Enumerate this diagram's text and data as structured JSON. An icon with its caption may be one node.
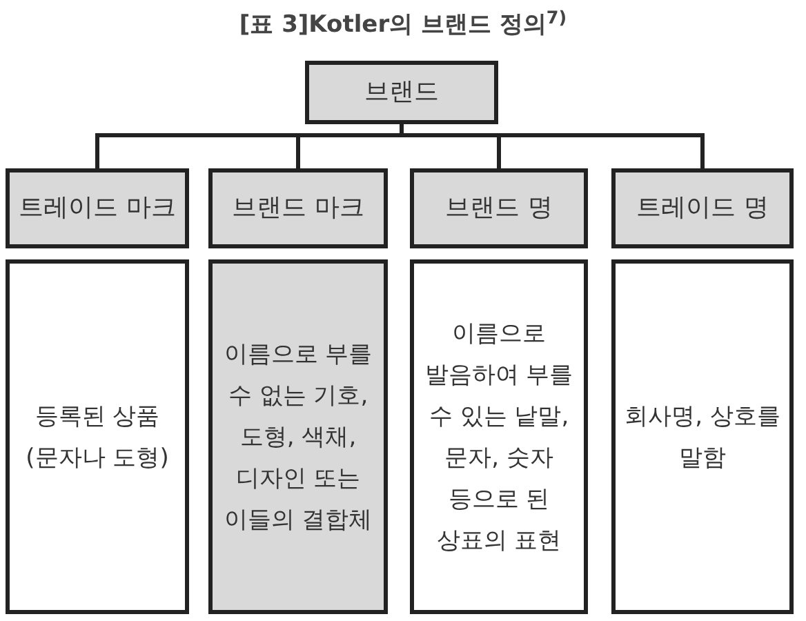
{
  "diagram": {
    "title": "[표 3]Kotler의 브랜드 정의$^{7)}$",
    "nodes": [
      {
        "text": [
          "브랜드"
        ]
      },
      {
        "text": [
          "트레이드 마크"
        ]
      },
      {
        "text": [
          "브랜드 마크"
        ]
      },
      {
        "text": [
          "브랜드 명"
        ]
      },
      {
        "text": [
          "트레이드 명"
        ]
      },
      {
        "text": [
          "등록된 상품 (문자나 도형)"
        ]
      },
      {
        "text": [
          "이름으로 부를 수 없는 기호, 도형, 색채, 디자인 또는 이들의 결합체"
        ]
      },
      {
        "text": [
          "이름으로 발음하여 부를 수 있는 낱말, 문자, 숫자 등으로 된 상표의 표현"
        ]
      },
      {
        "text": [
          "회사명, 상호를 말함"
        ]
      }
    ],
    "edges": [
      {
        "from": 0,
        "to": 1,
        "arrow": "none"
      },
      {
        "from": 0,
        "to": 2,
        "arrow": "none"
      },
      {
        "from": 0,
        "to": 3,
        "arrow": "none"
      },
      {
        "from": 0,
        "to": 4,
        "arrow": "none"
      }
    ]
  }
}
